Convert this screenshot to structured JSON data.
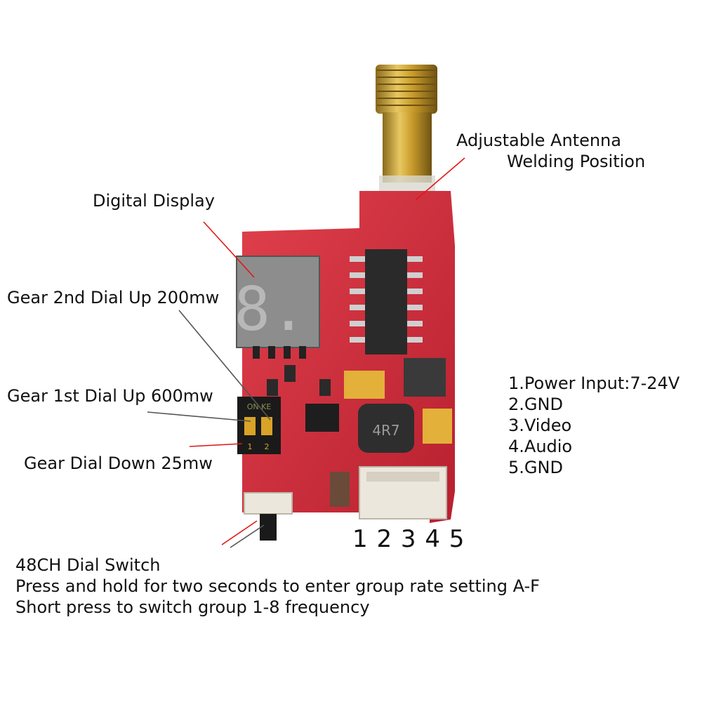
{
  "labels": {
    "antenna": [
      "Adjustable Antenna",
      "Welding Position"
    ],
    "digital_display": "Digital Display",
    "gear_2nd": "Gear 2nd Dial Up 200mw",
    "gear_1st": "Gear 1st Dial Up 600mw",
    "gear_down": "Gear Dial Down 25mw",
    "pin_numbers": "1 2 3 4 5",
    "display_digit": "8.",
    "dip_text": "ON KE",
    "dip_numbers": [
      "1",
      "2"
    ],
    "inductor_text": "4R7"
  },
  "pins": [
    "1.Power Input:7-24V",
    "2.GND",
    "3.Video",
    "4.Audio",
    "5.GND"
  ],
  "dial_switch_note": [
    "48CH Dial Switch",
    "Press and hold for two seconds to enter group rate setting A-F",
    "Short press to switch group 1-8 frequency"
  ],
  "colors": {
    "pcb": "#d8323f",
    "pcb_dark": "#a81e2a",
    "antenna_gold": "#c9a43a",
    "leader_red": "#e01818",
    "leader_grey": "#555555"
  }
}
